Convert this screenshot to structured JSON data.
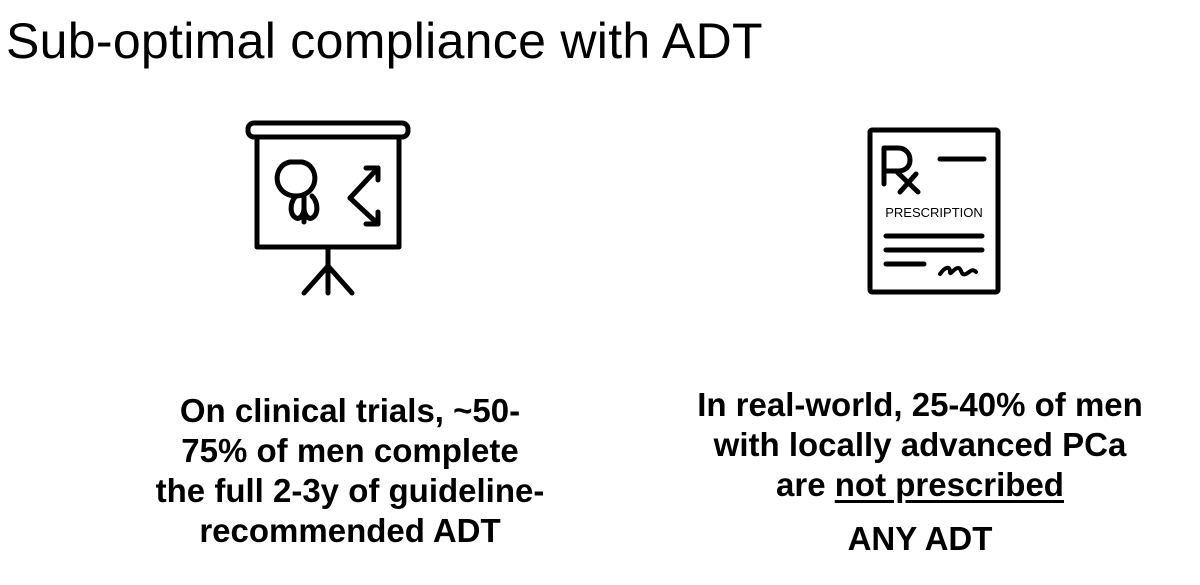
{
  "slide": {
    "title": "Sub-optimal compliance with ADT"
  },
  "left_panel": {
    "icon": "presentation-board-prostate-icon",
    "caption_lines": [
      "On clinical trials, ~50-",
      "75% of men complete",
      "the full 2-3y of guideline-",
      "recommended ADT"
    ]
  },
  "right_panel": {
    "icon": "prescription-rx-icon",
    "icon_label": "PRESCRIPTION",
    "caption_line_1": "In real-world, 25-40% of men",
    "caption_line_2": "with locally advanced PCa",
    "caption_line_3_prefix": "are ",
    "caption_line_3_underlined": "not prescribed",
    "caption_line_4": "ANY ADT"
  }
}
